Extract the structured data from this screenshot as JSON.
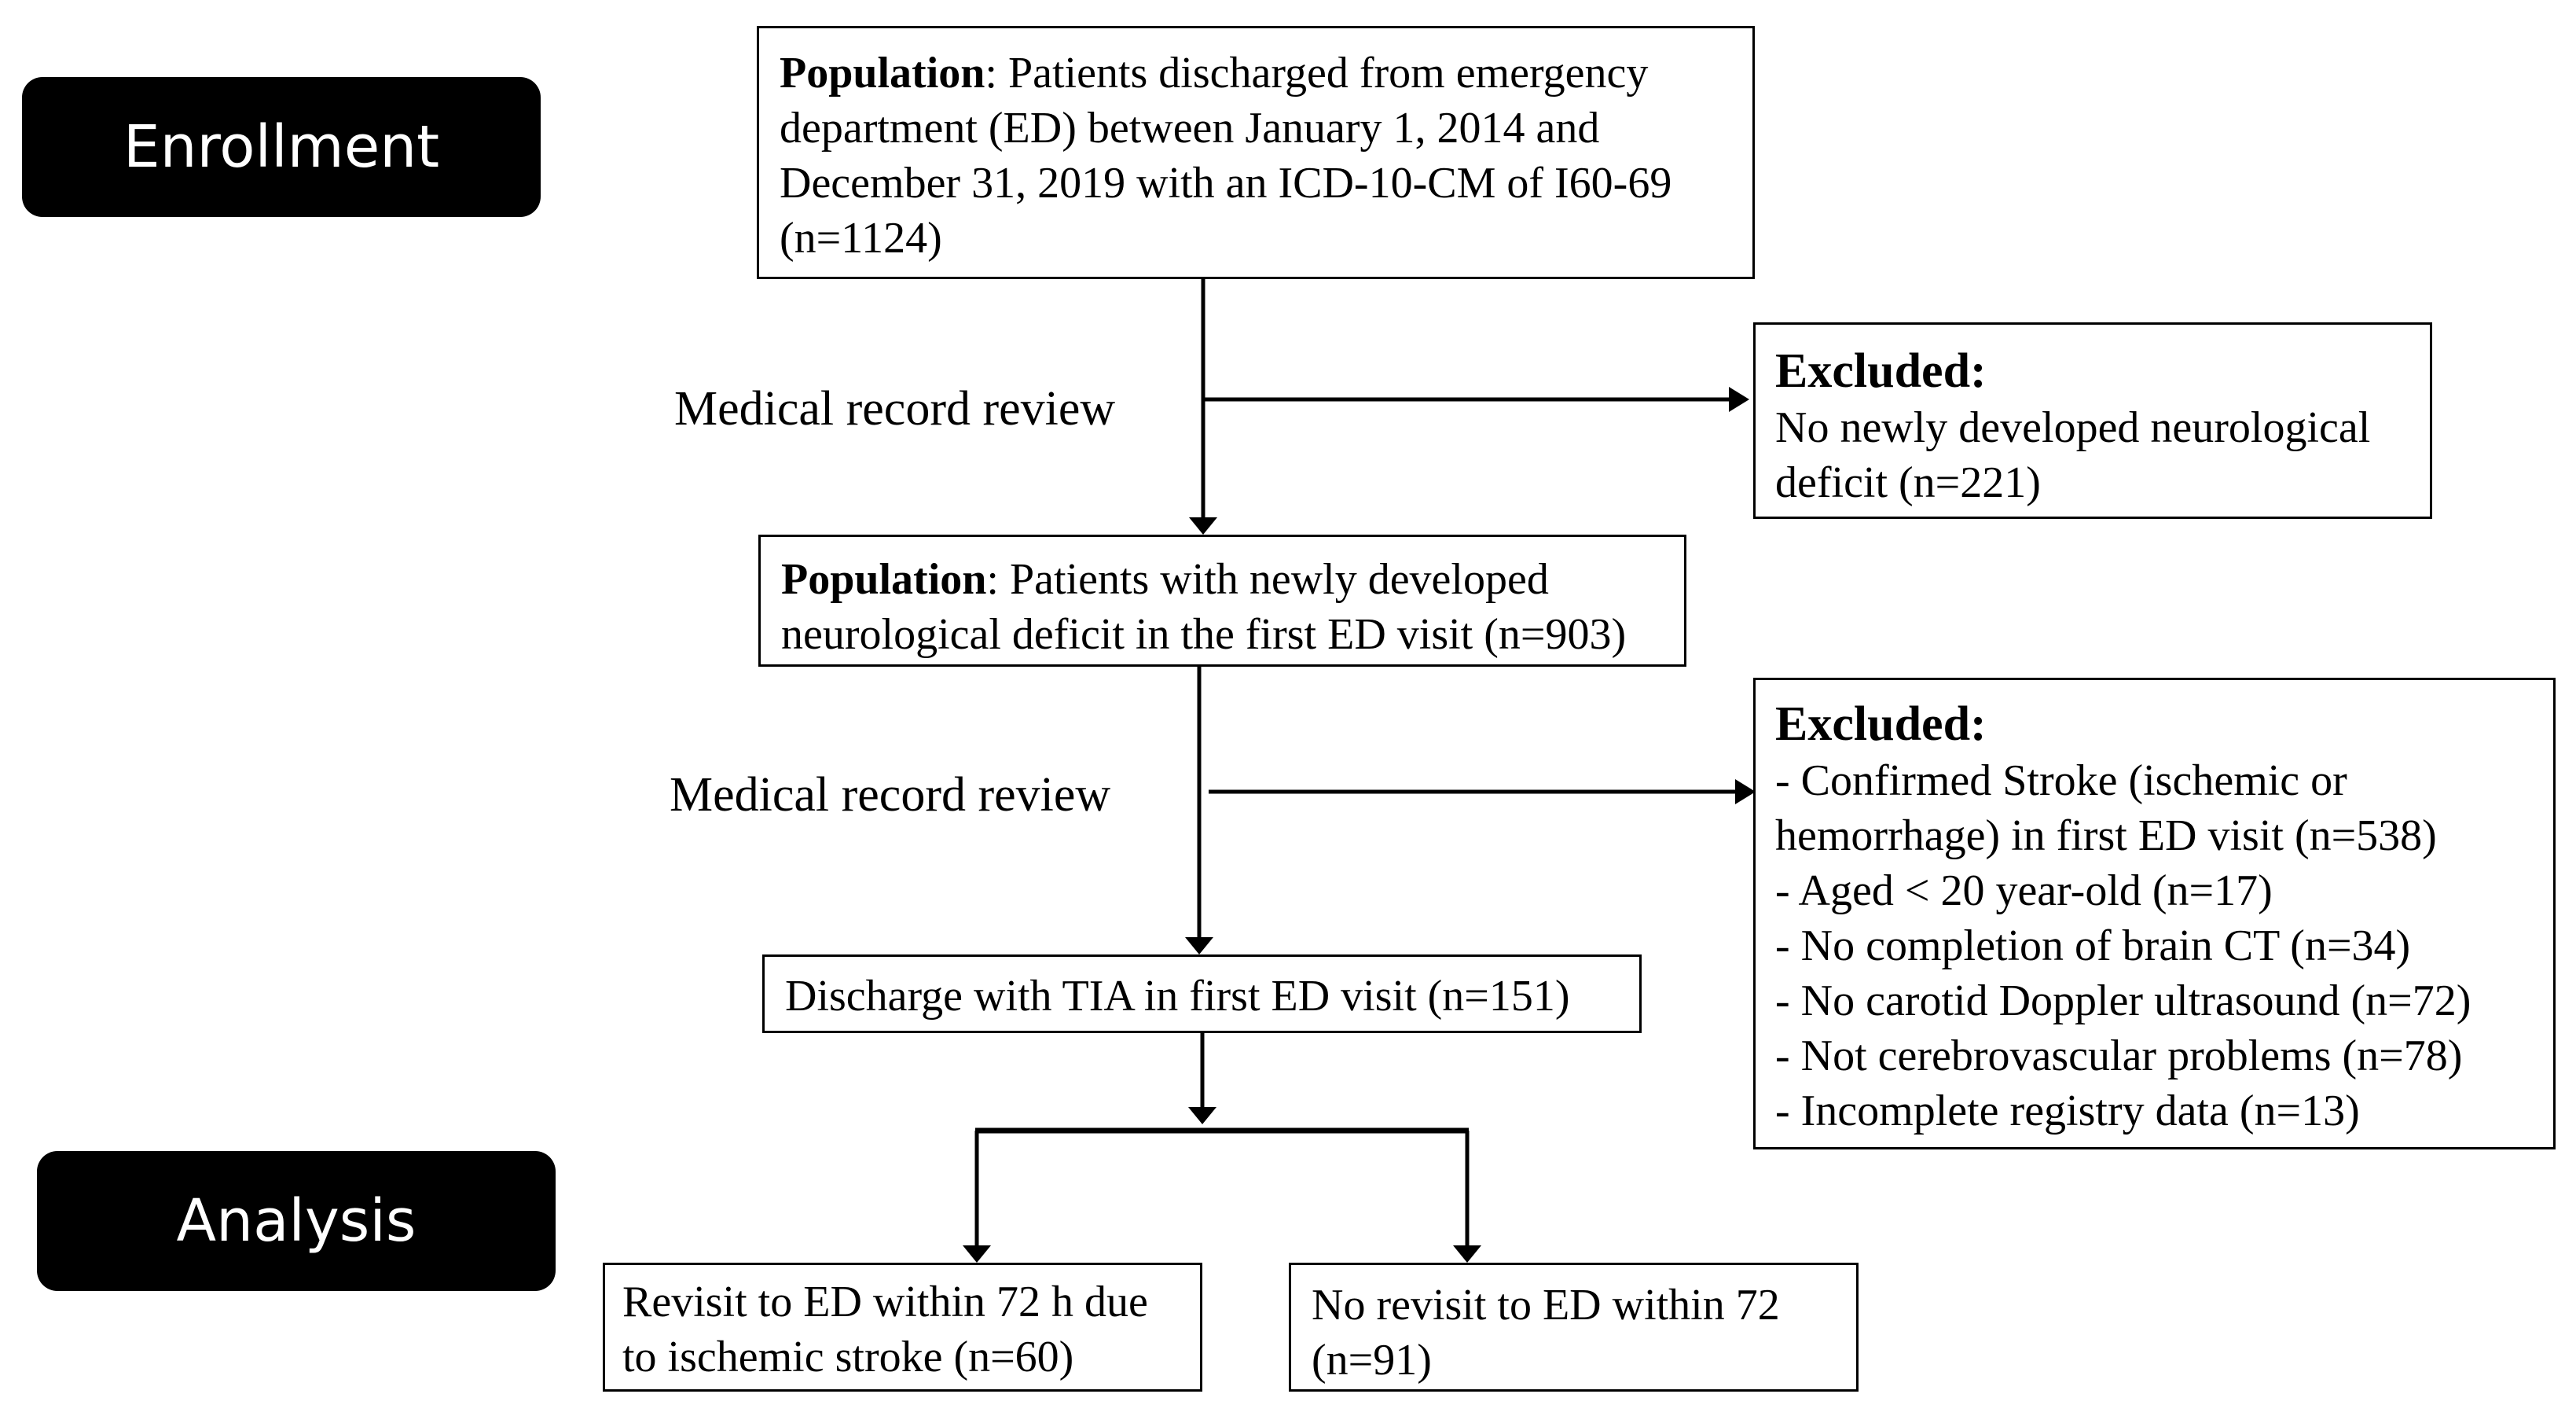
{
  "stages": {
    "enrollment": "Enrollment",
    "analysis": "Analysis"
  },
  "population1": {
    "head": "Population",
    "lines": [
      ": Patients discharged from emergency",
      "department (ED) between January 1, 2014 and",
      "December 31, 2019 with an ICD-10-CM of I60-69",
      "(n=1124)"
    ]
  },
  "review1": "Medical record review",
  "excluded1": {
    "head": "Excluded:",
    "lines": [
      "No newly developed neurological",
      "deficit (n=221)"
    ]
  },
  "population2": {
    "head": "Population",
    "lines": [
      ": Patients with newly developed",
      "neurological deficit in the first ED visit (n=903)"
    ]
  },
  "review2": "Medical record review",
  "excluded2": {
    "head": "Excluded:",
    "lines": [
      "- Confirmed Stroke (ischemic or",
      "hemorrhage) in first ED visit (n=538)",
      "- Aged < 20 year-old (n=17)",
      "- No completion of brain CT (n=34)",
      "- No carotid Doppler ultrasound (n=72)",
      "- Not cerebrovascular problems (n=78)",
      "- Incomplete registry data (n=13)"
    ]
  },
  "discharge": "Discharge with TIA in first ED visit (n=151)",
  "outcome_revisit": {
    "lines": [
      "Revisit to ED within 72 h due",
      "to ischemic stroke (n=60)"
    ]
  },
  "outcome_no_revisit": {
    "lines": [
      "No revisit to ED within 72",
      "(n=91)"
    ]
  }
}
